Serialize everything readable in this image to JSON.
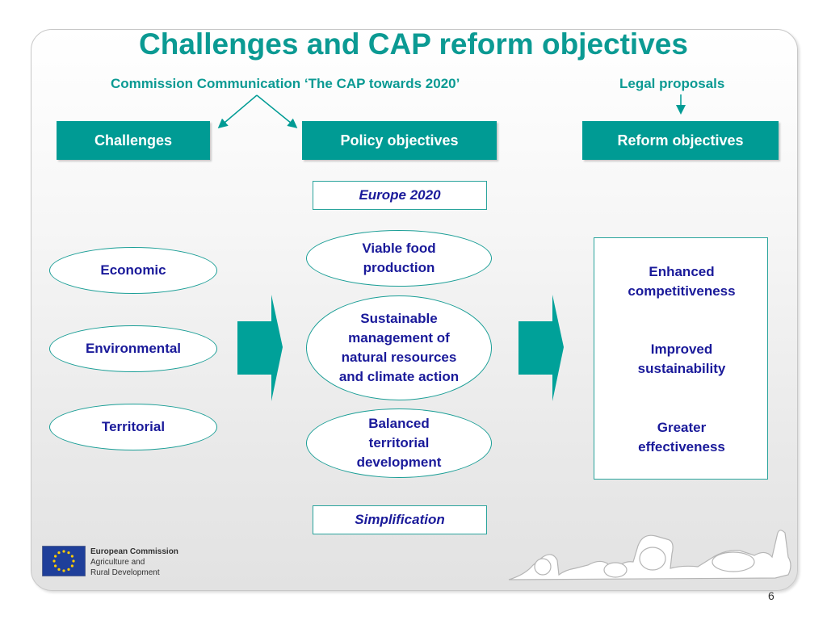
{
  "title": "Challenges and CAP reform objectives",
  "subheads": {
    "communication": "Commission Communication ‘The CAP towards 2020’",
    "legal": "Legal proposals"
  },
  "columns": {
    "challenges": "Challenges",
    "policy": "Policy objectives",
    "reform": "Reform objectives"
  },
  "frames": {
    "europe": "Europe 2020",
    "simplification": "Simplification"
  },
  "challenges": [
    "Economic",
    "Environmental",
    "Territorial"
  ],
  "policy_objectives": [
    [
      "Viable food",
      "production"
    ],
    [
      "Sustainable",
      "management of",
      "natural resources",
      "and climate action"
    ],
    [
      "Balanced",
      "territorial",
      "development"
    ]
  ],
  "reform_objectives": [
    [
      "Enhanced",
      "competitiveness"
    ],
    [
      "Improved",
      "sustainability"
    ],
    [
      "Greater",
      "effectiveness"
    ]
  ],
  "footer": {
    "org": "European Commission",
    "dept_line1": "Agriculture and",
    "dept_line2": "Rural Development",
    "page": "6"
  },
  "colors": {
    "accent": "#009b94",
    "text": "#1a1a9a",
    "eu_blue": "#1f3f9a",
    "eu_star": "#ffcc00"
  },
  "icons": [
    "eu-flag-icon",
    "farm-animals-icon"
  ]
}
